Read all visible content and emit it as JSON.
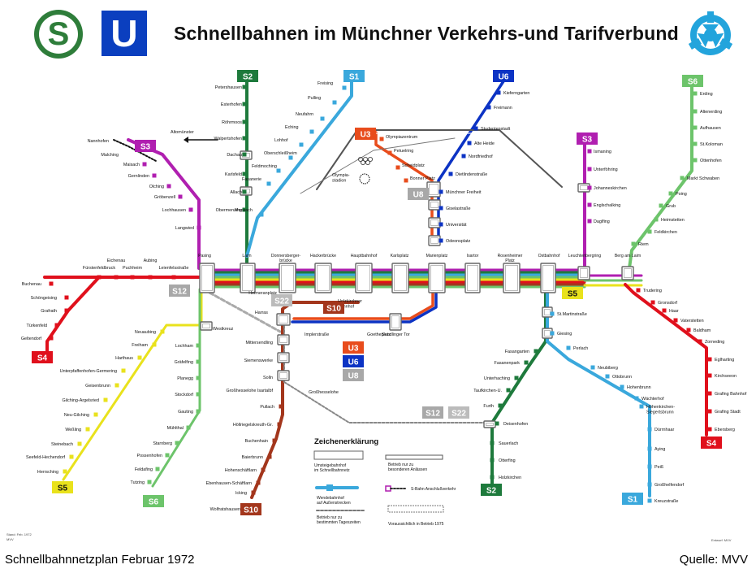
{
  "header": {
    "title": "Schnellbahnen im Münchner Verkehrs-und Tarifverbund",
    "logo_s": "S",
    "logo_u": "U"
  },
  "footer": {
    "caption": "Schnellbahnnetzplan Februar 1972",
    "source": "Quelle: MVV",
    "fine_left_1": "Stand: Feb. 1972",
    "fine_left_2": "MVV",
    "fine_right": "Entwurf: MVV"
  },
  "colors": {
    "S1": "#3aa8dc",
    "S2": "#1e7a3c",
    "S3": "#b01fb0",
    "S4": "#e0101c",
    "S5": "#e9e21c",
    "S6": "#6dc46b",
    "S10": "#a3361c",
    "U3": "#e84c1c",
    "U6": "#0c33c4",
    "U8": "#a8a8a8",
    "S12": "#a8a8a8"
  },
  "line_badges": {
    "S2_top": "S2",
    "S1_top": "S1",
    "U6_top": "U6",
    "S6_top": "S6",
    "S3_nw": "S3",
    "S3_ne": "S3",
    "U3_top": "U3",
    "U8_top": "U8",
    "S12_west": "S12",
    "S5_east": "S5",
    "S22": "S22",
    "S10_center": "S10",
    "U3_leg": "U3",
    "U6_leg": "U6",
    "U8_leg": "U8",
    "S12_south": "S12",
    "S22_south": "S22",
    "S4_west": "S4",
    "S4_east": "S4",
    "S5_sw": "S5",
    "S6_sw": "S6",
    "S10_south": "S10",
    "S2_south": "S2",
    "S1_south": "S1"
  },
  "stations": {
    "trunk": [
      "Pasing",
      "Laim",
      "Donnersberger-\nbrücke",
      "Hackerbrücke",
      "Hauptbahnhof",
      "Karlsplatz",
      "Marienplatz",
      "Isartor",
      "Rosenheimer\nPlatz",
      "Ostbahnhof",
      "Leuchtenbergring",
      "Berg am Laim"
    ],
    "S2_north": [
      "Petershausen",
      "Esterhofen",
      "Röhrmoos",
      "Walpertshofen",
      "Dachau",
      "Karlsfeld",
      "Allach",
      "Obermenzing"
    ],
    "S2_branch": "Altomünster",
    "S1_north": [
      "Freising",
      "Pulling",
      "Neufahrn",
      "Eching",
      "Lohhof",
      "Oberschleißheim",
      "Feldmoching",
      "Fasanerie",
      "Moosach"
    ],
    "U6_north": [
      "Kieferngarten",
      "Freimann",
      "Studentenstadt",
      "Alte Heide",
      "Nordfriedhof",
      "Dietlindenstraße",
      "Münchner Freiheit",
      "Giselastraße",
      "Universität",
      "Odeonsplatz"
    ],
    "U3_north": [
      "Olympiazentrum",
      "Petuelring",
      "Scheidplatz",
      "Bonner Platz"
    ],
    "olympia": "Olympia-\nstadion",
    "S3_nw": [
      "Nannhofen",
      "Malching",
      "Maisach",
      "Gernlinden",
      "Olching",
      "Gröbenzell",
      "Lochhausen",
      "Langwied"
    ],
    "S3_ne": [
      "Ismaning",
      "Unterföhring",
      "Johanneskirchen",
      "Englschalking",
      "Daglfing"
    ],
    "S6_ne": [
      "Erding",
      "Altenerding",
      "Aufhausen",
      "St.Koloman",
      "Ottenhofen",
      "Markt Schwaben",
      "Poing",
      "Grub",
      "Heimstetten",
      "Feldkirchen",
      "Riem"
    ],
    "S4_west": [
      "Eichenau",
      "Fürstenfeldbruck",
      "Puchheim",
      "Aubing",
      "Leienfelsstraße",
      "Buchenau",
      "Schöngeising",
      "Grafrath",
      "Türkenfeld",
      "Geltendorf"
    ],
    "S4_east": [
      "Trudering",
      "Gronsdorf",
      "Haar",
      "Vaterstetten",
      "Baldham",
      "Zorneding",
      "Eglharting",
      "Kirchseeon",
      "Grafing Bahnhof",
      "Grafing Stadt",
      "Ebersberg"
    ],
    "S5_sw": [
      "Westkreuz",
      "Neuaubing",
      "Freiham",
      "Harthaus",
      "Unterpfaffenhofen-Germering",
      "Geisenbrunn",
      "Gilching-Argelsried",
      "Neu-Gilching",
      "Weßling",
      "Steinebach",
      "Seefeld-Hechendorf",
      "Herrsching"
    ],
    "S6_sw": [
      "Lochham",
      "Gräfelfing",
      "Planegg",
      "Stockdorf",
      "Gauting",
      "Mühlthal",
      "Starnberg",
      "Possenhofen",
      "Feldafing",
      "Tutzing"
    ],
    "center": [
      "Heimeranplatz",
      "Harras",
      "Implerstraße",
      "Goetheplatz",
      "Sendlinger Tor",
      "Holzkirchner\nBahnhof",
      "Mittersendling",
      "Siemenswerke",
      "Solln",
      "Großhesselohe Isartalbf",
      "Großhesselohe"
    ],
    "S10_south": [
      "Pullach",
      "Höllriegelskreuth-Gr.",
      "Buchenhain",
      "Baierbrunn",
      "Hohenschäftlarn",
      "Ebenhausen-Schäftlarn",
      "Icking",
      "Wolfratshausen"
    ],
    "S1_southeast": [
      "St.Martinstraße",
      "Giesing",
      "Perlach",
      "Neubiberg",
      "Ottobrunn",
      "Hohenbrunn",
      "Wächterhof",
      "Höhenkirchen-\nSiegertsbrunn",
      "Dürrnhaar",
      "Aying",
      "Peiß",
      "Großhelfendorf",
      "Kreuzstraße"
    ],
    "S2_southeast": [
      "Fasangarten",
      "Fasanenpark",
      "Unterhaching",
      "Taufkirchen-U.",
      "Furth",
      "Deisenhofen",
      "Sauerlach",
      "Otterfing",
      "Holzkirchen"
    ]
  },
  "legend": {
    "title": "Zeichenerklärung",
    "items": [
      "Umsteigebahnhof\nim Schnellbahnnetz",
      "Betrieb nur zu\nbesonderen Anlässen",
      "Wendebahnhof\nauf Außenstrecken",
      "S-Bahn Anschlußverkehr",
      "Betrieb nur zu\nbestimmten Tageszeiten",
      "Voraussichtlich in Betrieb 1975"
    ]
  }
}
